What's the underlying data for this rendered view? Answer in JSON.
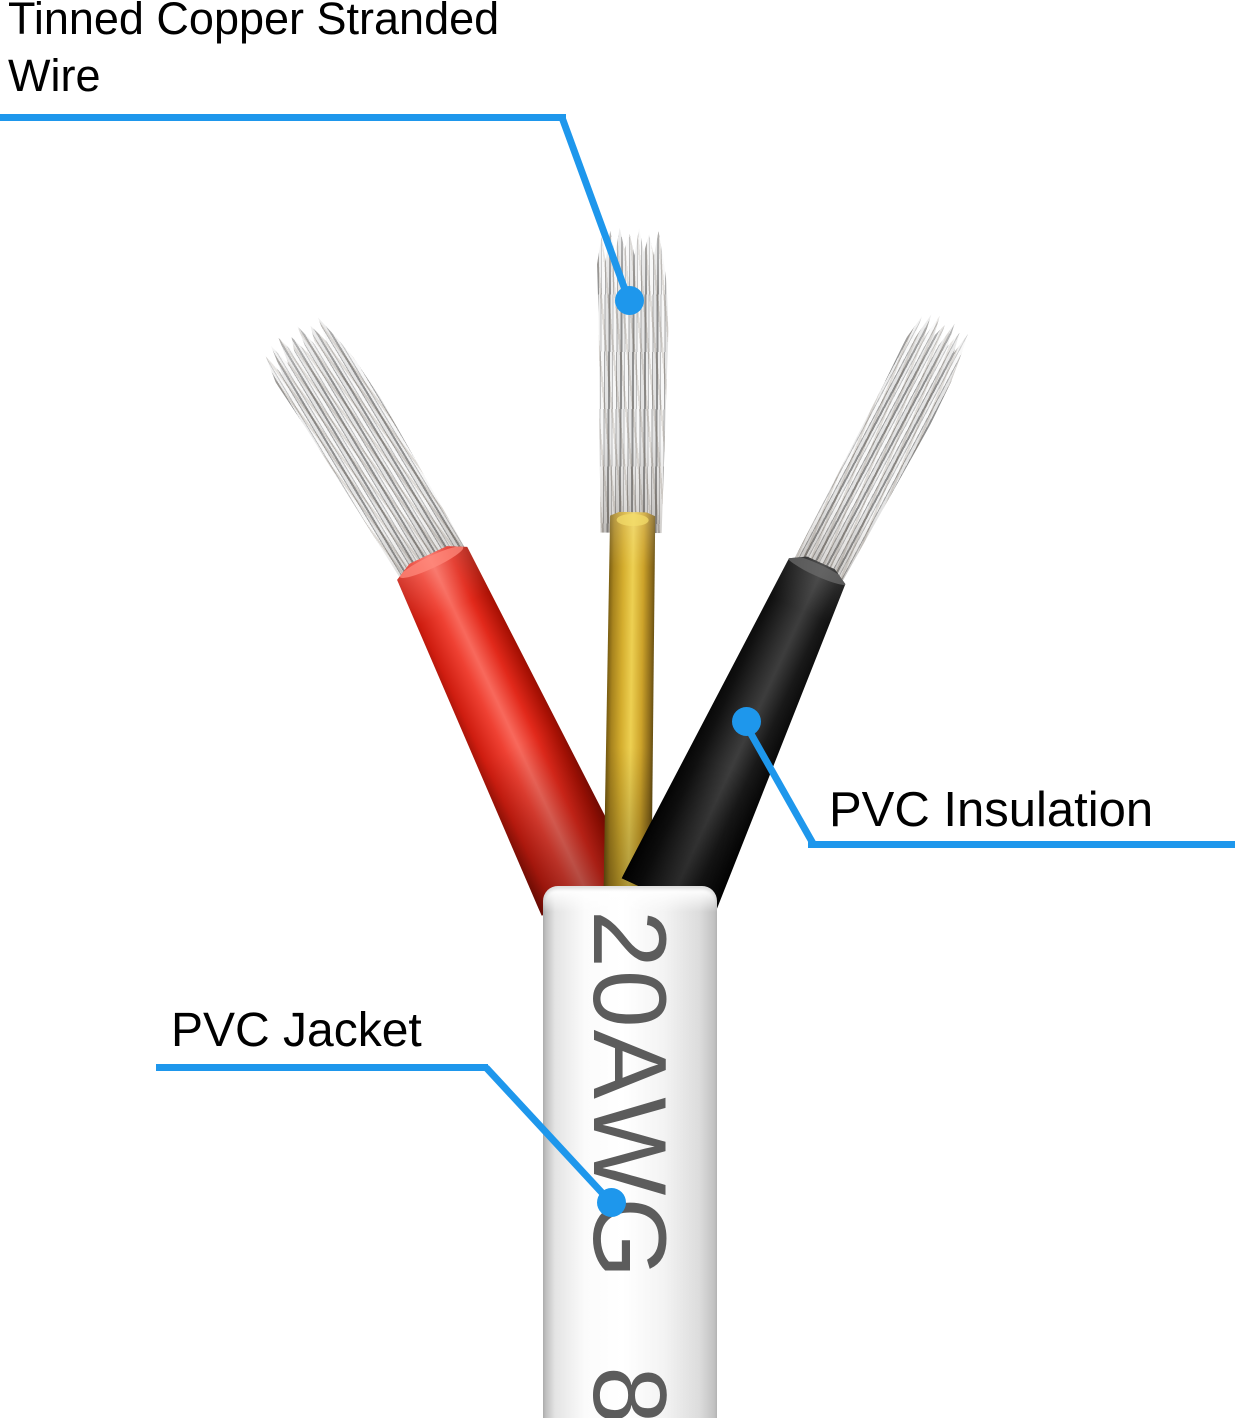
{
  "callouts": [
    {
      "label": "Tinned Copper Stranded Wire",
      "target": "stranded-copper-conductor-of-middle-wire"
    },
    {
      "label": "PVC Insulation",
      "target": "black-wire-insulation"
    },
    {
      "label": "PVC Jacket",
      "target": "white-outer-jacket"
    }
  ],
  "jacket_marking": {
    "gauge": "20AWG",
    "partial_next": "8"
  },
  "wires": [
    {
      "position": "left",
      "insulation_color": "red",
      "conductor": "tinned copper stranded"
    },
    {
      "position": "middle",
      "insulation_color": "yellow",
      "conductor": "tinned copper stranded"
    },
    {
      "position": "right",
      "insulation_color": "black",
      "conductor": "tinned copper stranded"
    }
  ],
  "colors": {
    "callout_blue": "#1e97ec",
    "wire_red": "#e3261a",
    "wire_yellow": "#d9b230",
    "wire_black": "#141414",
    "jacket_white": "#f4f4f4",
    "marking_gray": "#5c5c5c",
    "strand_gray": "#d7d7d7",
    "label_black": "#000000"
  }
}
